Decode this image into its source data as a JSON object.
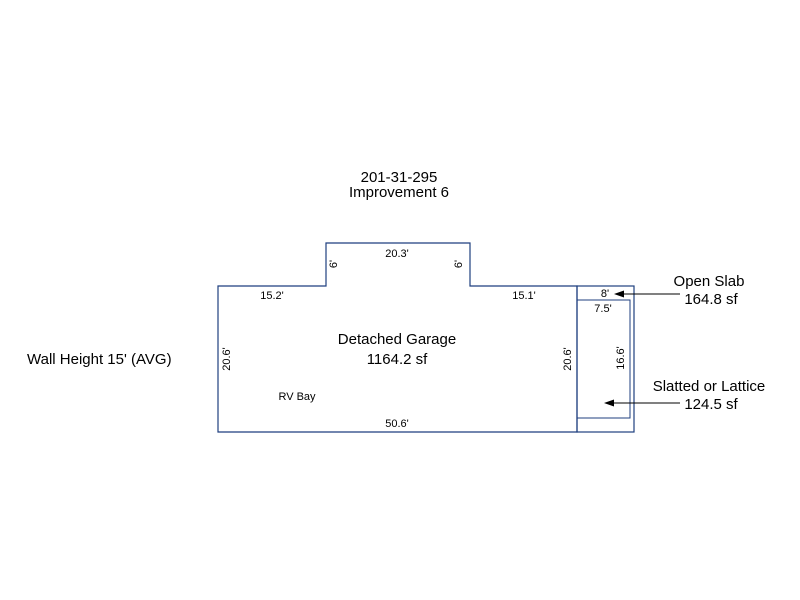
{
  "header": {
    "parcel_id": "201-31-295",
    "improvement": "Improvement 6"
  },
  "wall_height": "Wall Height 15' (AVG)",
  "garage": {
    "name": "Detached Garage",
    "area": "1164.2 sf",
    "sublabel": "RV Bay",
    "dims": {
      "bottom": "50.6'",
      "left": "20.6'",
      "right": "20.6'",
      "top_left": "15.2'",
      "top_right": "15.1'",
      "bump_top": "20.3'",
      "bump_left": "6'",
      "bump_right": "6'"
    }
  },
  "open_slab": {
    "name": "Open Slab",
    "area": "164.8 sf",
    "dim_width": "8'"
  },
  "lattice": {
    "name": "Slatted or Lattice",
    "area": "124.5 sf",
    "dim_width": "7.5'",
    "dim_height": "16.6'"
  },
  "colors": {
    "outline": "#1f3f7f",
    "text": "#000000",
    "background": "#ffffff"
  }
}
